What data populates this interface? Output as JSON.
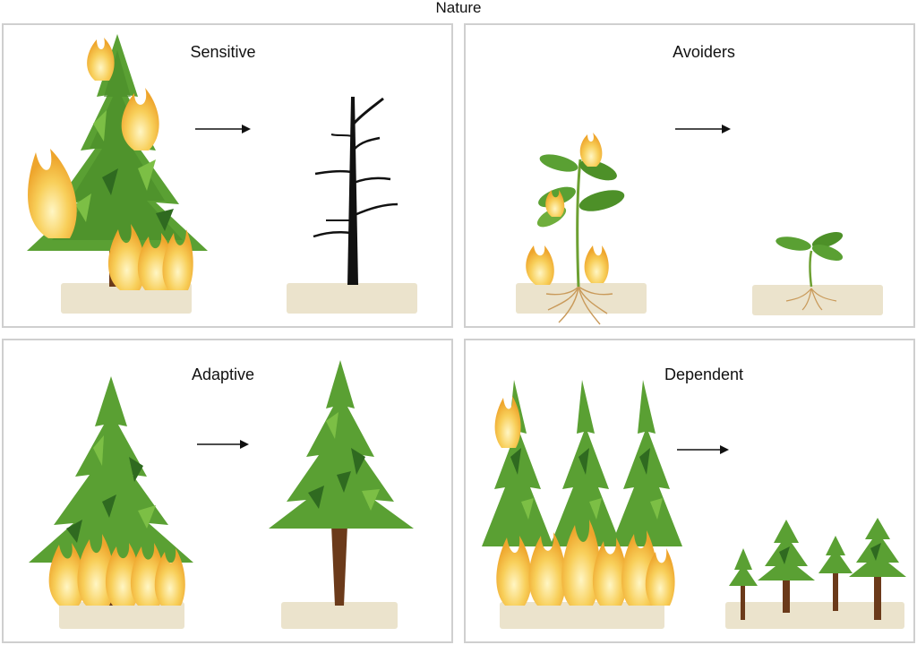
{
  "figure": {
    "title": "Nature"
  },
  "panels": [
    {
      "id": "sensitive",
      "label": "Sensitive"
    },
    {
      "id": "avoiders",
      "label": "Avoiders"
    },
    {
      "id": "adaptive",
      "label": "Adaptive"
    },
    {
      "id": "dependent",
      "label": "Dependent"
    }
  ],
  "colors": {
    "tree_dark": "#3d7f2a",
    "tree_mid": "#5aa033",
    "tree_light": "#7cbf45",
    "trunk": "#6b3a1a",
    "ground": "#e8e0c6",
    "flame_outer": "#f6c24a",
    "flame_inner": "#fff2b0",
    "dead_tree": "#111111",
    "border": "#cfcfcf"
  },
  "icons": [
    "burning-tree",
    "dead-tree",
    "sprout",
    "flame",
    "roots",
    "pine-tree",
    "arrow-right"
  ]
}
